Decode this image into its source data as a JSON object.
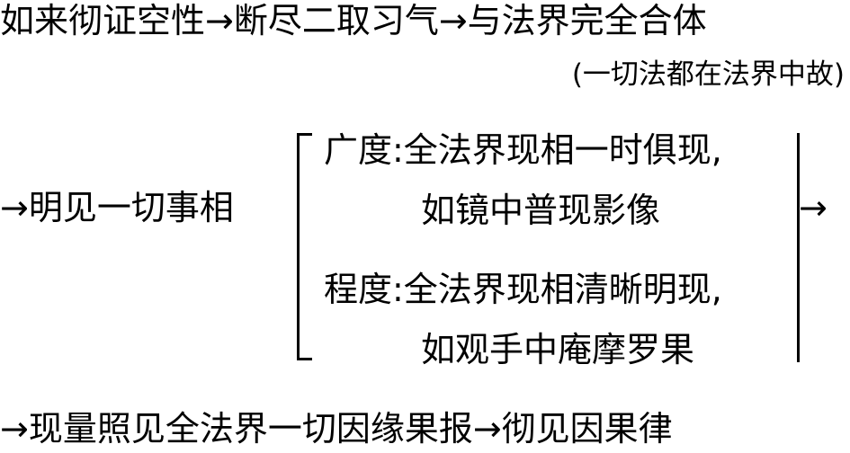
{
  "diagram": {
    "line1": "如来彻证空性→断尽二取习气→与法界完全合体",
    "note": "(一切法都在法界中故)",
    "left": "→明见一切事相",
    "bracket_items": [
      "广度:全法界现相一时俱现,",
      "如镜中普现影像",
      "程度:全法界现相清晰明现,",
      "如观手中庵摩罗果"
    ],
    "right_arrow": "→",
    "last_line": "→现量照见全法界一切因缘果报→彻见因果律"
  }
}
